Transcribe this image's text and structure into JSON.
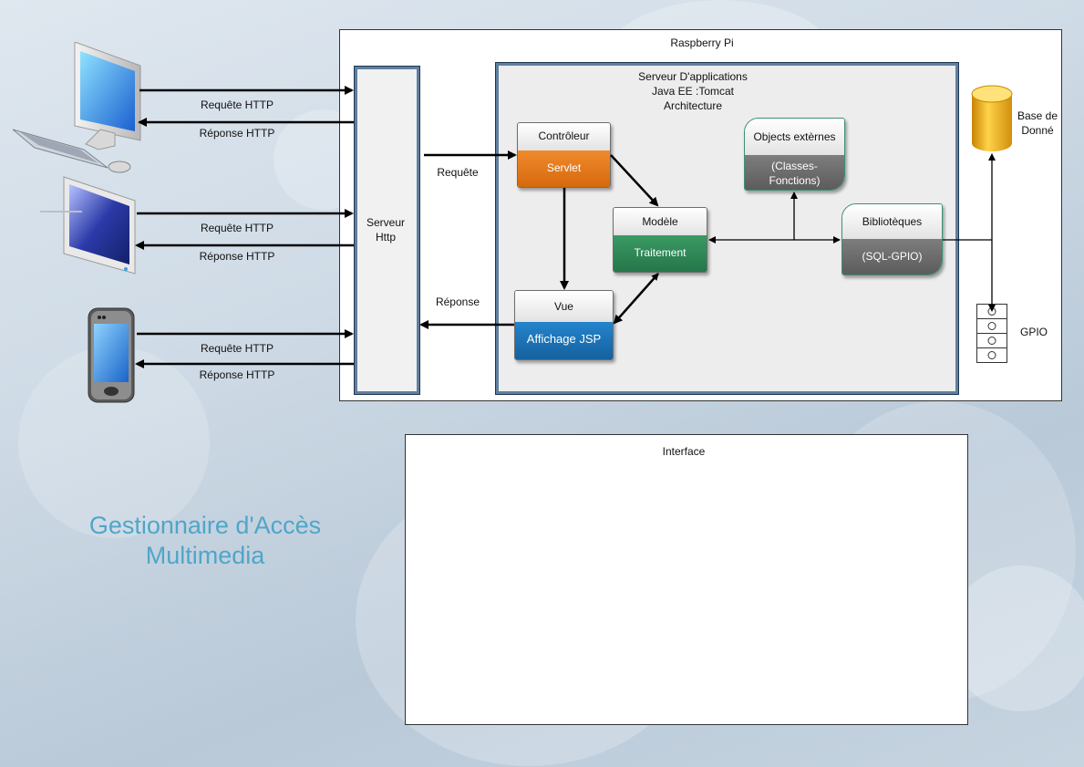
{
  "page": {
    "title_line1": "Gestionnaire d'Accès",
    "title_line2": "Multimedia"
  },
  "clients": [
    {
      "request": "Requête HTTP",
      "response": "Réponse HTTP"
    },
    {
      "request": "Requête HTTP",
      "response": "Réponse HTTP"
    },
    {
      "request": "Requête HTTP",
      "response": "Réponse HTTP"
    }
  ],
  "raspberry": {
    "title": "Raspberry Pi",
    "http_server": {
      "line1": "Serveur",
      "line2": "Http"
    },
    "app_server": {
      "line1": "Serveur D'applications",
      "line2": "Java EE :Tomcat",
      "line3": "Architecture"
    },
    "flow": {
      "request": "Requête",
      "response": "Réponse"
    },
    "controller": {
      "title": "Contrôleur",
      "body": "Servlet"
    },
    "model": {
      "title": "Modèle",
      "body": "Traitement"
    },
    "view": {
      "title": "Vue",
      "body": "Affichage JSP"
    },
    "external": {
      "title": "Objects extèrnes",
      "body_line1": "(Classes-",
      "body_line2": "Fonctions)"
    },
    "libraries": {
      "title": "Bibliotèques",
      "body": "(SQL-GPIO)"
    },
    "database": {
      "line1": "Base de",
      "line2": "Donné"
    },
    "gpio": {
      "label": "GPIO"
    }
  },
  "interface": {
    "title": "Interface"
  },
  "colors": {
    "controller": "#e5781a",
    "model": "#2f8a55",
    "view": "#1e73b8",
    "external": "#6b6b6b",
    "libraries": "#6b6b6b",
    "db": "#f0b020",
    "title": "#4fa6c8"
  },
  "icons": [
    "desktop-computer-icon",
    "keyboard-icon",
    "mouse-icon",
    "monitor-icon",
    "smartphone-icon",
    "database-cylinder-icon",
    "gpio-pins-icon"
  ]
}
